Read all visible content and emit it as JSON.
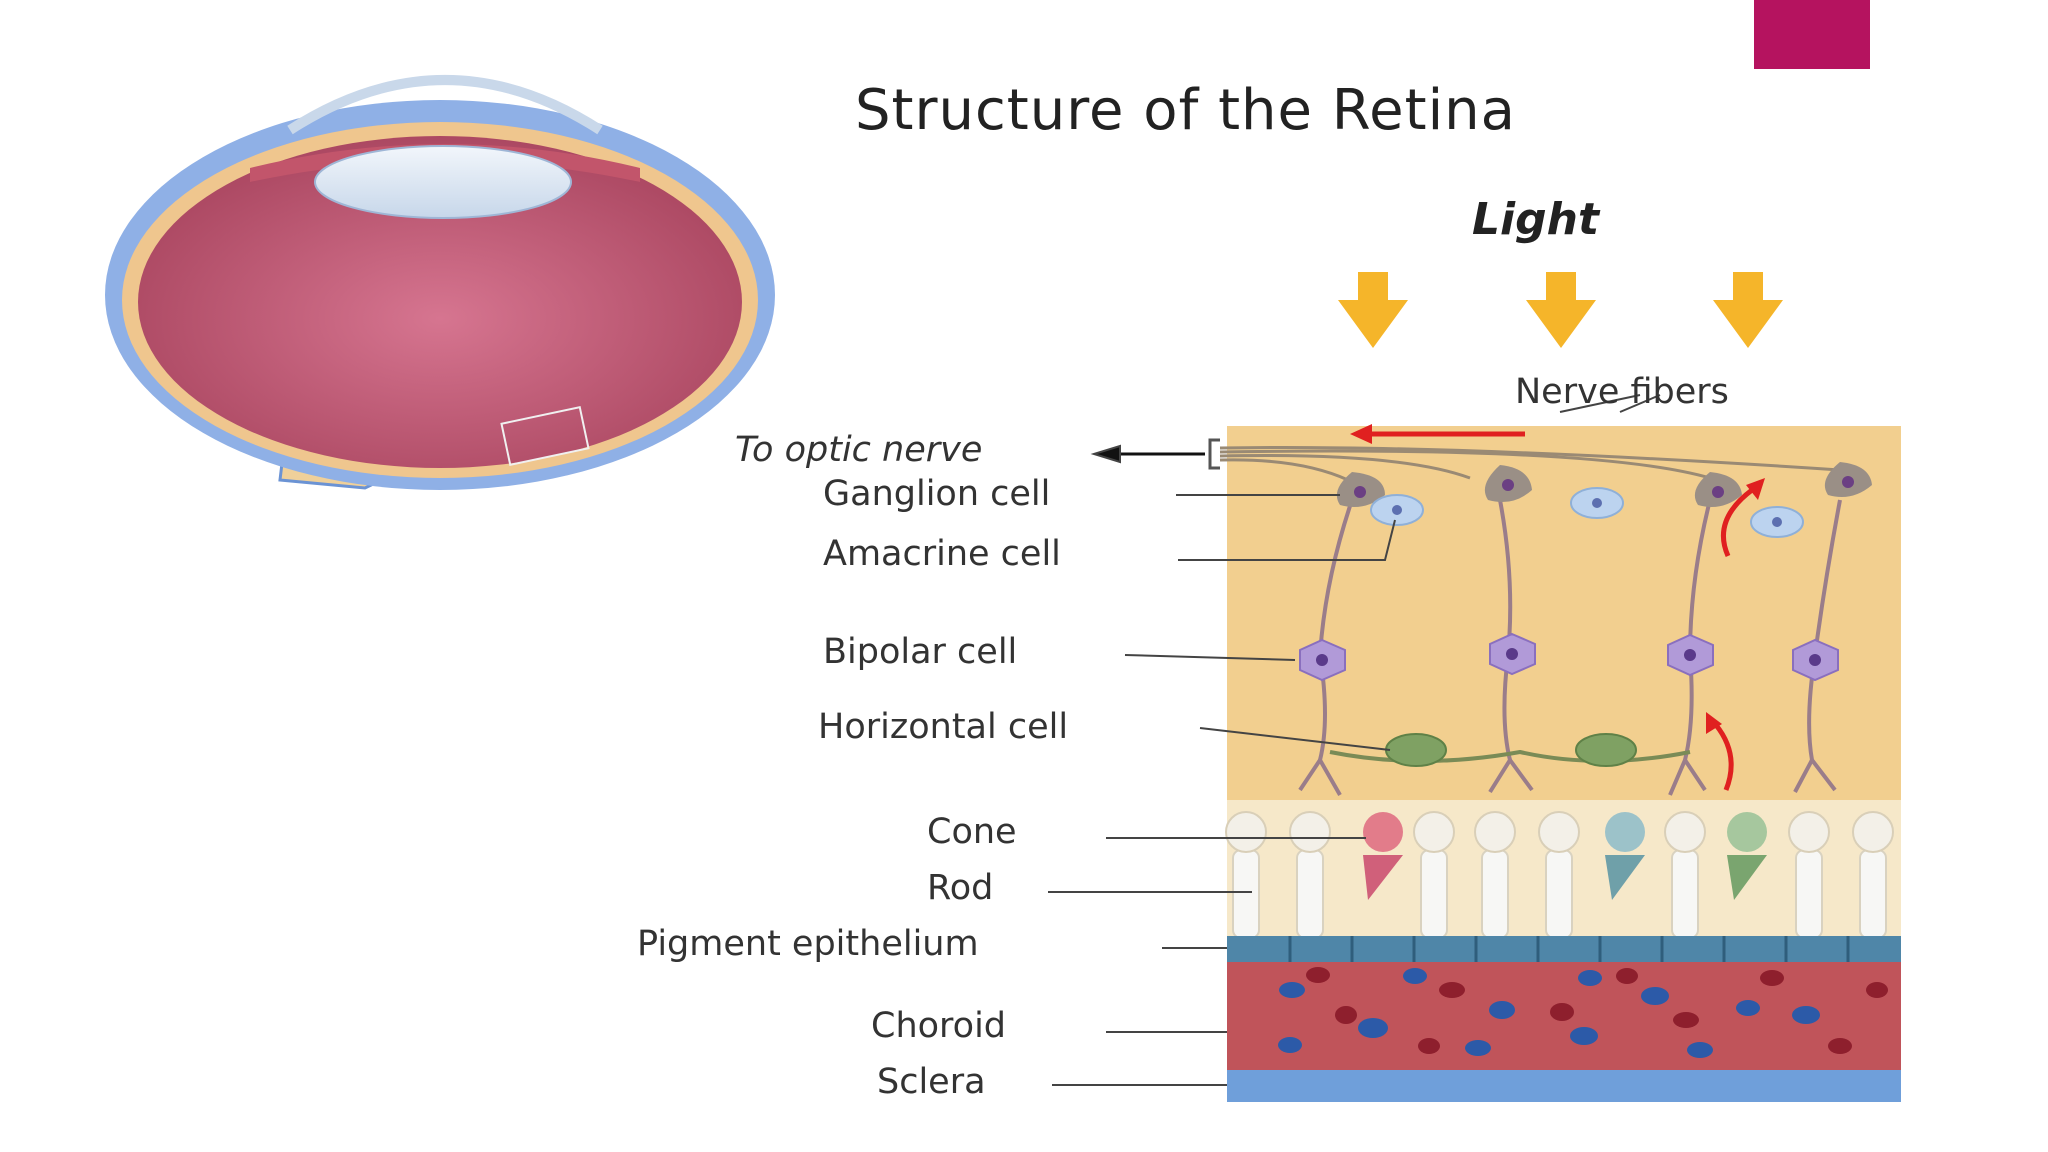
{
  "title": "Structure of the Retina",
  "light_label": "Light",
  "labels": {
    "nerve_fibers": "Nerve fibers",
    "optic_nerve": "To optic nerve",
    "ganglion": "Ganglion cell",
    "amacrine": "Amacrine cell",
    "bipolar": "Bipolar cell",
    "horizontal": "Horizontal cell",
    "cone": "Cone",
    "rod": "Rod",
    "pigment": "Pigment epithelium",
    "choroid": "Choroid",
    "sclera": "Sclera"
  },
  "colors": {
    "accent": "#b5135f",
    "retina_bg": "#f2cf8f",
    "choroid": "#c0545a",
    "sclera": "#6f9fda",
    "pigment": "#4f86a8",
    "light_arrow": "#f5b52a",
    "signal_arrow": "#e02020",
    "eye_interior": "#b84e68"
  }
}
